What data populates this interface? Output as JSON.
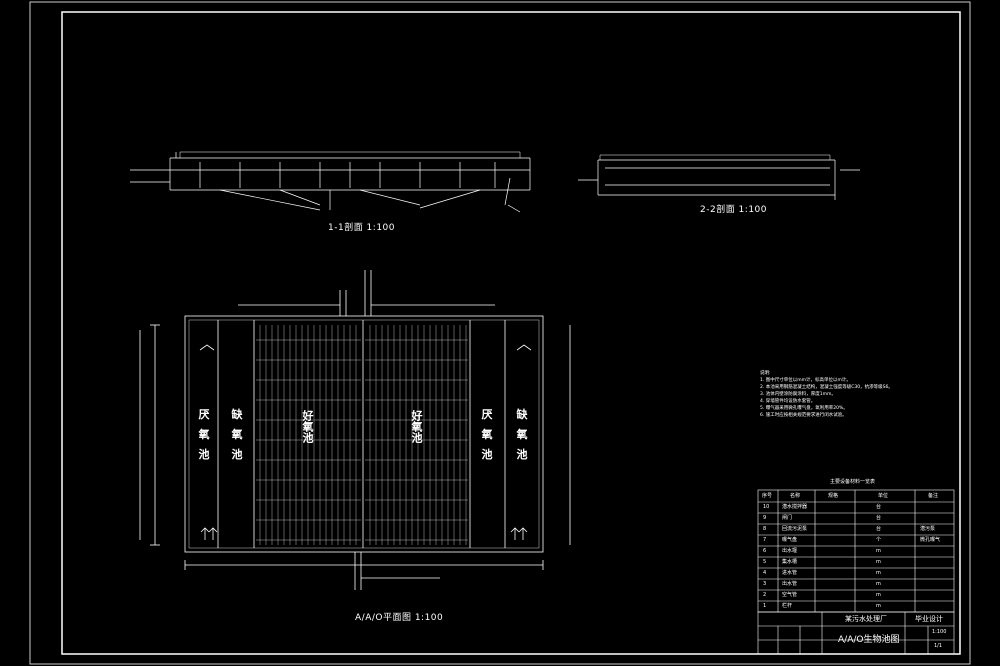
{
  "drawing": {
    "section_1_title": "1-1剖面 1:100",
    "section_2_title": "2-2剖面 1:100",
    "plan_title": "A/A/O平面图 1:100",
    "plan_zones": {
      "left_anaerobic": "厌氧池",
      "left_anoxic": "缺氧池",
      "left_aerobic": "好氧池",
      "right_aerobic": "好氧池",
      "right_anaerobic": "厌氧池",
      "right_anoxic": "缺氧池"
    },
    "notes": [
      "说明:",
      "1. 图中尺寸单位以mm计，标高单位以m计。",
      "2. 本池采用钢筋混凝土结构，混凝土强度等级C30，抗渗等级S6。",
      "3. 池体内壁涂防腐涂料，厚度1mm。",
      "4. 穿墙管件均设防水套管。",
      "5. 曝气器采用微孔曝气盘，氧利用率20%。",
      "6. 施工时应按相关规范要求进行闭水试验。"
    ],
    "title_block": {
      "table_title": "主要设备材料一览表",
      "headers": [
        "序号",
        "名称",
        "规格",
        "单位",
        "备注"
      ],
      "rows": [
        [
          "10",
          "潜水搅拌器",
          "",
          "台",
          ""
        ],
        [
          "9",
          "闸门",
          "",
          "台",
          ""
        ],
        [
          "8",
          "回流污泥泵",
          "",
          "台",
          "潜污泵"
        ],
        [
          "7",
          "曝气盘",
          "",
          "个",
          "微孔曝气"
        ],
        [
          "6",
          "出水堰",
          "",
          "m",
          ""
        ],
        [
          "5",
          "集水槽",
          "",
          "m",
          ""
        ],
        [
          "4",
          "进水管",
          "",
          "m",
          ""
        ],
        [
          "3",
          "出水管",
          "",
          "m",
          ""
        ],
        [
          "2",
          "空气管",
          "",
          "m",
          ""
        ],
        [
          "1",
          "栏杆",
          "",
          "m",
          ""
        ]
      ],
      "project_name": "某污水处理厂",
      "drawing_name": "A/A/O生物池图",
      "sheet_label": "毕业设计",
      "scale": "1:100",
      "sheet_no": "1/1"
    }
  }
}
